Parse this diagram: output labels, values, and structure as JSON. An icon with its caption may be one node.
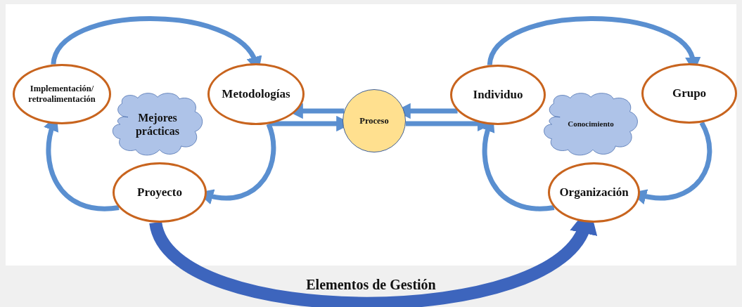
{
  "diagram": {
    "caption": "Elementos de Gestión",
    "nodes": [
      {
        "text": [
          "Implementación/ retroalimentación"
        ]
      },
      {
        "text": [
          "Metodologías"
        ]
      },
      {
        "text": [
          "Mejores prácticas"
        ]
      },
      {
        "text": [
          "Proyecto"
        ]
      },
      {
        "text": [
          "Proceso"
        ]
      },
      {
        "text": [
          "Individuo"
        ]
      },
      {
        "text": [
          "Conocimiento"
        ]
      },
      {
        "text": [
          "Grupo"
        ]
      },
      {
        "text": [
          "Organización"
        ]
      }
    ],
    "edges": [
      {
        "from": 0,
        "to": 1,
        "arrow": "to"
      },
      {
        "from": 1,
        "to": 3,
        "arrow": "to"
      },
      {
        "from": 3,
        "to": 0,
        "arrow": "to"
      },
      {
        "from": 4,
        "to": 1,
        "arrow": "to"
      },
      {
        "from": 1,
        "to": 4,
        "arrow": "to"
      },
      {
        "from": 5,
        "to": 4,
        "arrow": "to"
      },
      {
        "from": 4,
        "to": 5,
        "arrow": "to"
      },
      {
        "from": 5,
        "to": 7,
        "arrow": "to"
      },
      {
        "from": 7,
        "to": 8,
        "arrow": "to"
      },
      {
        "from": 8,
        "to": 5,
        "arrow": "to"
      },
      {
        "from": 3,
        "to": 8,
        "arrow": "to",
        "style": "thick",
        "color": "#3d65bd"
      }
    ]
  }
}
